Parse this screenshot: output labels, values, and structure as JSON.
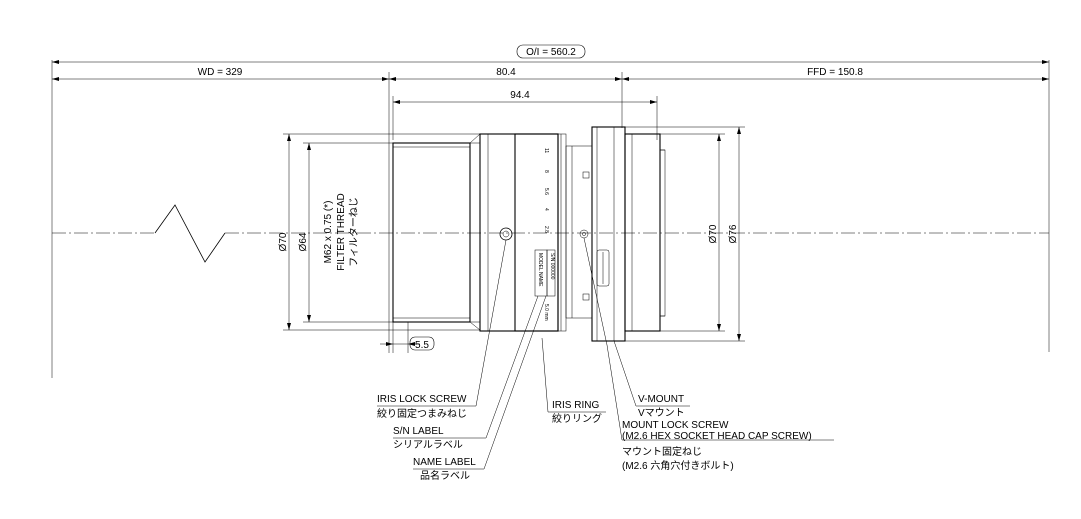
{
  "dimensions": {
    "oi": "O/I = 560.2",
    "wd": "WD = 329",
    "flange": "80.4",
    "length": "94.4",
    "ffd": "FFD = 150.8",
    "d70_front": "Ø70",
    "d64": "Ø64",
    "d70_mount": "Ø70",
    "d76": "Ø76",
    "depth": "5.5"
  },
  "filter": {
    "line1": "M62 x 0.75 (*)",
    "line2": "FILTER THREAD",
    "line3": "フィルターねじ"
  },
  "lens_marks": {
    "m11": "11",
    "m8": "8",
    "m56": "5.6",
    "m4": "4",
    "m28": "2.8",
    "label_text": "MODEL NAME",
    "serial_text": "S/N 000000",
    "focus_text": "5.0 mm"
  },
  "callouts": {
    "iris_lock": {
      "en": "IRIS LOCK SCREW",
      "jp": "絞り固定つまみねじ"
    },
    "sn_label": {
      "en": "S/N LABEL",
      "jp": "シリアルラベル"
    },
    "name_label": {
      "en": "NAME LABEL",
      "jp": "品名ラベル"
    },
    "iris_ring": {
      "en": "IRIS RING",
      "jp": "絞りリング"
    },
    "v_mount": {
      "en": "V-MOUNT",
      "jp": "Vマウント"
    },
    "mount_lock": {
      "en1": "MOUNT LOCK SCREW",
      "en2": "(M2.6 HEX SOCKET HEAD CAP SCREW)",
      "jp1": "マウント固定ねじ",
      "jp2": "(M2.6 六角穴付きボルト)"
    }
  }
}
